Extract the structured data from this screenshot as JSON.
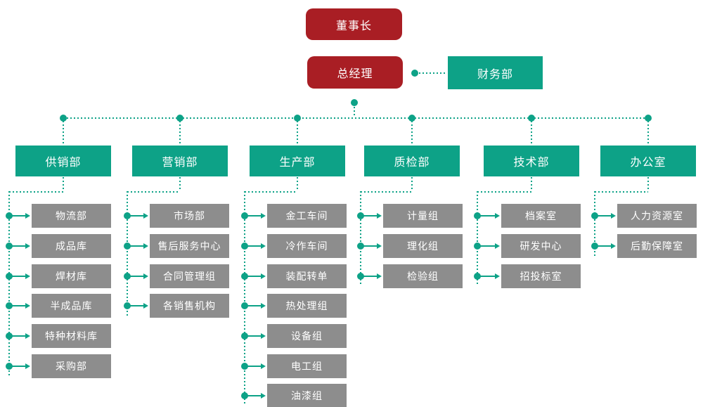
{
  "colors": {
    "executive_red": "#a91e24",
    "department_teal": "#0da287",
    "sub_gray": "#8d8d8d",
    "text": "#ffffff"
  },
  "top": {
    "chairman": "董事长",
    "general_manager": "总经理",
    "finance": "财务部"
  },
  "departments": [
    {
      "label": "供销部",
      "subs": [
        "物流部",
        "成品库",
        "焊材库",
        "半成品库",
        "特种材料库",
        "采购部"
      ]
    },
    {
      "label": "营销部",
      "subs": [
        "市场部",
        "售后服务中心",
        "合同管理组",
        "各销售机构"
      ]
    },
    {
      "label": "生产部",
      "subs": [
        "金工车间",
        "冷作车间",
        "装配转单",
        "热处理组",
        "设备组",
        "电工组",
        "油漆组"
      ]
    },
    {
      "label": "质检部",
      "subs": [
        "计量组",
        "理化组",
        "检验组"
      ]
    },
    {
      "label": "技术部",
      "subs": [
        "档案室",
        "研发中心",
        "招投标室"
      ]
    },
    {
      "label": "办公室",
      "subs": [
        "人力资源室",
        "后勤保障室"
      ]
    }
  ]
}
